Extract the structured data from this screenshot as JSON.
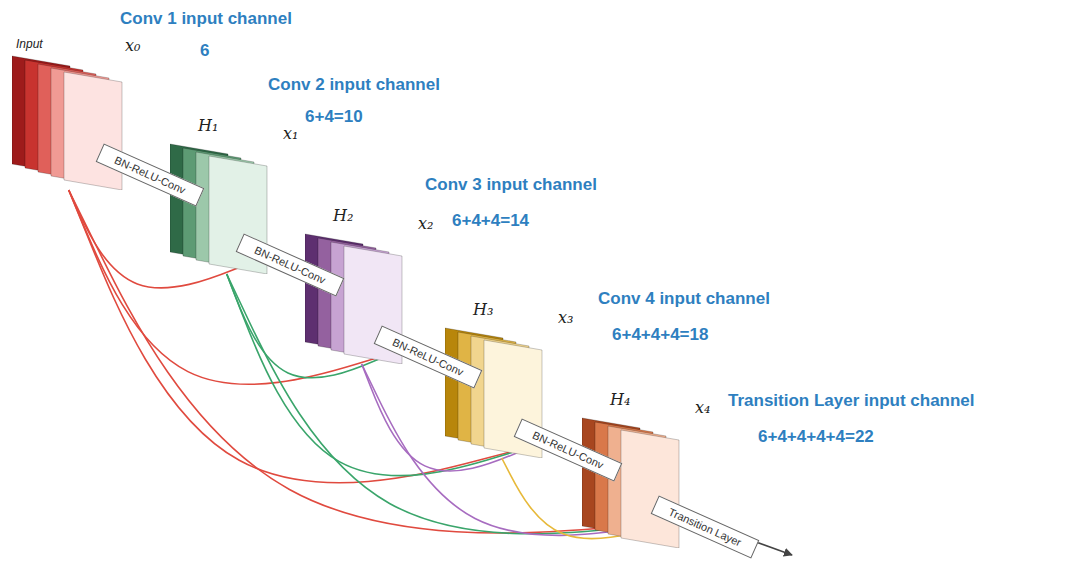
{
  "diagram": {
    "nodes": [
      {
        "text": [
          "Input",
          "x₀"
        ]
      },
      {
        "text": [
          "H₁",
          "BN-ReLU-Conv"
        ]
      },
      {
        "text": [
          "x₁"
        ]
      },
      {
        "text": [
          "H₂",
          "BN-ReLU-Conv"
        ]
      },
      {
        "text": [
          "x₂"
        ]
      },
      {
        "text": [
          "H₃",
          "BN-ReLU-Conv"
        ]
      },
      {
        "text": [
          "x₃"
        ]
      },
      {
        "text": [
          "H₄",
          "BN-ReLU-Conv"
        ]
      },
      {
        "text": [
          "x₄"
        ]
      },
      {
        "text": [
          "Transition Layer"
        ]
      }
    ],
    "edges": [
      {
        "from": 0,
        "to": 3,
        "arrow": "to"
      },
      {
        "from": 0,
        "to": 5,
        "arrow": "to"
      },
      {
        "from": 0,
        "to": 7,
        "arrow": "to"
      },
      {
        "from": 0,
        "to": 9,
        "arrow": "to"
      },
      {
        "from": 2,
        "to": 5,
        "arrow": "to"
      },
      {
        "from": 2,
        "to": 7,
        "arrow": "to"
      },
      {
        "from": 2,
        "to": 9,
        "arrow": "to"
      },
      {
        "from": 4,
        "to": 7,
        "arrow": "to"
      },
      {
        "from": 4,
        "to": 9,
        "arrow": "to"
      },
      {
        "from": 6,
        "to": 9,
        "arrow": "to"
      }
    ],
    "labels": [
      "Conv 1 input channel",
      "6",
      "Conv 2 input channel",
      "6+4=10",
      "Conv 3 input channel",
      "6+4+4=14",
      "Conv 4 input channel",
      "6+4+4+4=18",
      "Transition Layer input channel",
      "6+4+4+4+4=22"
    ]
  }
}
